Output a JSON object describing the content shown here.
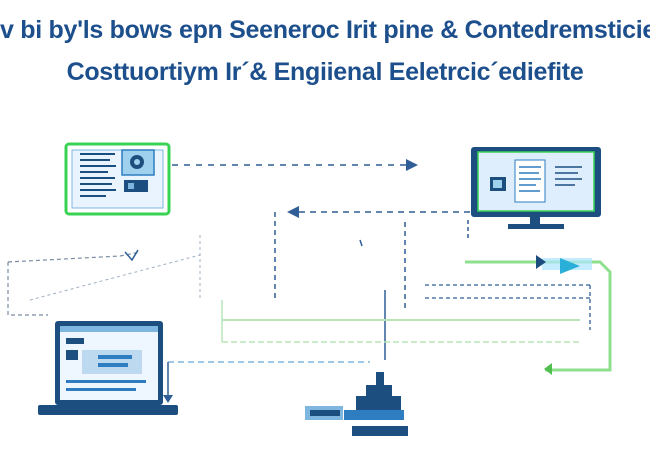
{
  "title": {
    "line1": "v bi by'ls bows epn Seeneroc Irit pine & Contedremsticie",
    "line2": "Costtuortiym Ir´& Engiienal Eeletrcic´ediefite"
  },
  "colors": {
    "title_blue": "#1d4f8c",
    "title_green": "#27a858",
    "node_green": "#39d353",
    "dark_blue": "#1c4e80",
    "mid_blue": "#2e7dc0",
    "light_blue": "#7fb6df",
    "dash_blue": "#3b6aa0",
    "arrow_green": "#5ac85a",
    "cyan": "#2ab0d8"
  },
  "nodes": [
    {
      "id": "document-panel",
      "icon": "document-icon"
    },
    {
      "id": "desktop-monitor",
      "icon": "monitor-icon"
    },
    {
      "id": "laptop",
      "icon": "laptop-icon"
    },
    {
      "id": "server-machine",
      "icon": "machine-icon"
    },
    {
      "id": "green-loop-frame",
      "icon": "frame-icon"
    }
  ]
}
